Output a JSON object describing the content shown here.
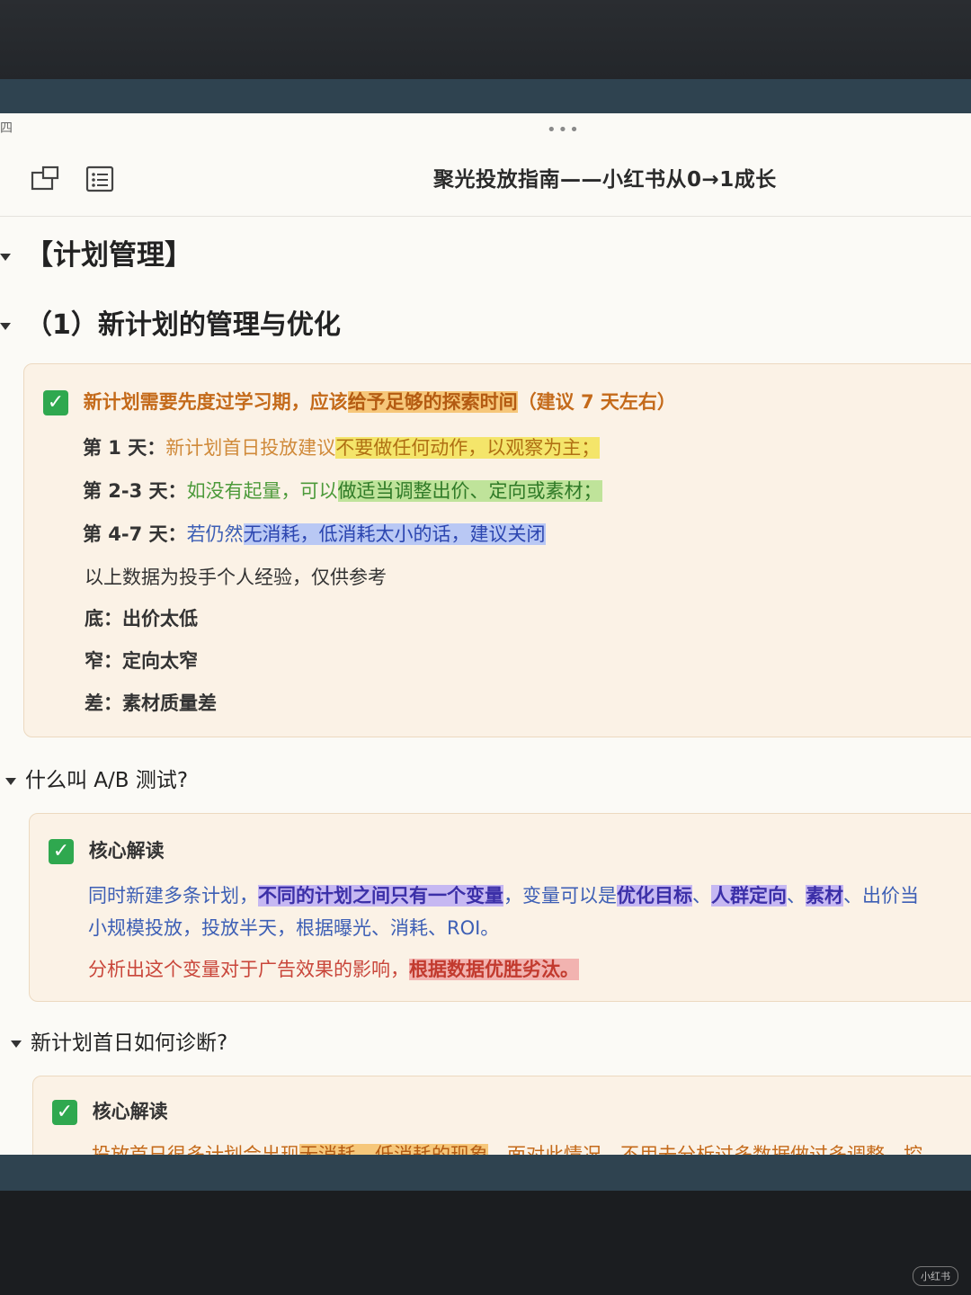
{
  "window": {
    "corner_glyph": "四",
    "more_dots": "•••",
    "title": "聚光投放指南——小红书从0→1成长"
  },
  "icons": {
    "sidebar": "sidebar-toggle-icon",
    "outline": "outline-list-icon"
  },
  "headings": {
    "plan_mgmt": "【计划管理】",
    "new_plan": "（1）新计划的管理与优化",
    "ab_test": "什么叫 A/B 测试?",
    "diagnose": "新计划首日如何诊断?"
  },
  "callout1": {
    "intro_a": "新计划需要先度过学习期，应该",
    "intro_hl": "给予足够的探索时间",
    "intro_b": "（建议 7 天左右）",
    "day1_label": "第 1 天：",
    "day1_a": "新计划首日投放建议",
    "day1_hl": "不要做任何动作，以观察为主；",
    "day23_label": "第 2-3 天：",
    "day23_a": "如没有起量，可以",
    "day23_hl": "做适当调整出价、定向或素材；",
    "day47_label": "第 4-7 天：",
    "day47_a": "若仍然",
    "day47_hl": "无消耗，低消耗太小的话，建议关闭",
    "note": "以上数据为投手个人经验，仅供参考",
    "low_label": "底：",
    "low_text": "出价太低",
    "narrow_label": "窄：",
    "narrow_text": "定向太窄",
    "poor_label": "差：",
    "poor_text": "素材质量差"
  },
  "callout2": {
    "title": "核心解读",
    "p1_a": "同时新建多条计划，",
    "p1_hl": "不同的计划之间只有一个变量",
    "p1_b": "，变量可以是",
    "p1_h2": "优化目标",
    "p1_sep1": "、",
    "p1_h3": "人群定向",
    "p1_sep2": "、",
    "p1_h4": "素材",
    "p1_c": "、出价当",
    "p2": "小规模投放，投放半天，根据曝光、消耗、ROI。",
    "p3_a": "分析出这个变量对于广告效果的影响，",
    "p3_hl": "根据数据优胜劣汰。"
  },
  "callout3": {
    "title": "核心解读",
    "cut_a": "投放首日很多计划会出现",
    "cut_hl": "无消耗、低消耗的现象",
    "cut_b": "，面对此情况，不用去分析过多数据做过多调整，控"
  },
  "watermark": "小红书"
}
